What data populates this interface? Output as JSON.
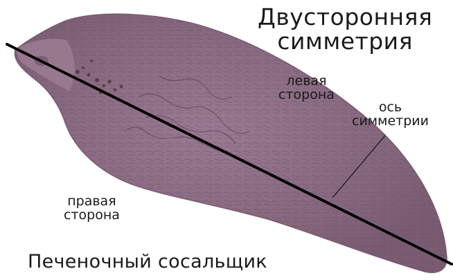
{
  "title_line1": "Двусторонняя",
  "title_line2": "симметрия",
  "label_left_line1": "левая",
  "label_left_line2": "сторона",
  "label_axis_line1": "ось",
  "label_axis_line2": "симметрии",
  "label_right_line1": "правая",
  "label_right_line2": "сторона",
  "caption": "Печеночный сосальщик",
  "colors": {
    "body_fill": "#8a6a80",
    "body_dark": "#6e5068",
    "body_light": "#a88aa0",
    "axis_line": "#000000",
    "text": "#1a1a1a"
  }
}
